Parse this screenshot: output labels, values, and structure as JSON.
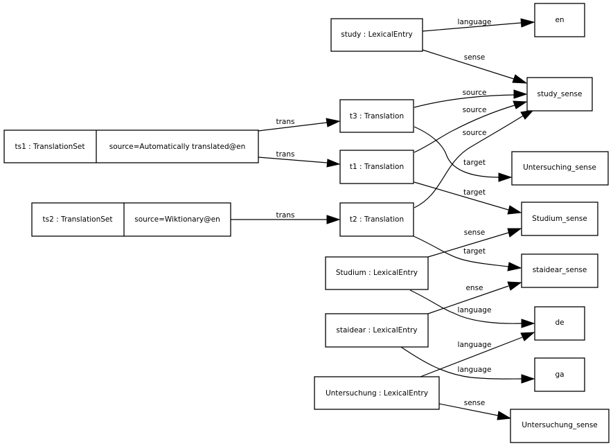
{
  "diagram": {
    "nodes": {
      "study": {
        "label": "study : LexicalEntry"
      },
      "en": {
        "label": "en"
      },
      "study_sense": {
        "label": "study_sense"
      },
      "ts1": {
        "label": "ts1 : TranslationSet",
        "attr": "source=Automatically translated@en"
      },
      "ts2": {
        "label": "ts2 : TranslationSet",
        "attr": "source=Wiktionary@en"
      },
      "t3": {
        "label": "t3 : Translation"
      },
      "t1": {
        "label": "t1 : Translation"
      },
      "t2": {
        "label": "t2 : Translation"
      },
      "untersuching_sense": {
        "label": "Untersuching_sense"
      },
      "studium_sense": {
        "label": "Studium_sense"
      },
      "staidear_sense": {
        "label": "staidear_sense"
      },
      "studium": {
        "label": "Studium : LexicalEntry"
      },
      "staidear": {
        "label": "staidear : LexicalEntry"
      },
      "de": {
        "label": "de"
      },
      "ga": {
        "label": "ga"
      },
      "untersuchung": {
        "label": "Untersuchung : LexicalEntry"
      },
      "untersuchung_sense": {
        "label": "Untersuchung_sense"
      }
    },
    "edges": [
      {
        "from": "study",
        "to": "en",
        "label": "language"
      },
      {
        "from": "study",
        "to": "study_sense",
        "label": "sense"
      },
      {
        "from": "t3",
        "to": "study_sense",
        "label": "source"
      },
      {
        "from": "t1",
        "to": "study_sense",
        "label": "source"
      },
      {
        "from": "t2",
        "to": "study_sense",
        "label": "source"
      },
      {
        "from": "ts1",
        "to": "t3",
        "label": "trans"
      },
      {
        "from": "ts1",
        "to": "t1",
        "label": "trans"
      },
      {
        "from": "ts2",
        "to": "t2",
        "label": "trans"
      },
      {
        "from": "t3",
        "to": "untersuching_sense",
        "label": "target"
      },
      {
        "from": "t1",
        "to": "studium_sense",
        "label": "target"
      },
      {
        "from": "studium",
        "to": "studium_sense",
        "label": "sense"
      },
      {
        "from": "t2",
        "to": "staidear_sense",
        "label": "target"
      },
      {
        "from": "staidear",
        "to": "staidear_sense",
        "label": "ense"
      },
      {
        "from": "studium",
        "to": "de",
        "label": "language"
      },
      {
        "from": "untersuchung",
        "to": "de",
        "label": "language"
      },
      {
        "from": "staidear",
        "to": "ga",
        "label": "language"
      },
      {
        "from": "untersuchung",
        "to": "untersuchung_sense",
        "label": "sense"
      }
    ]
  }
}
